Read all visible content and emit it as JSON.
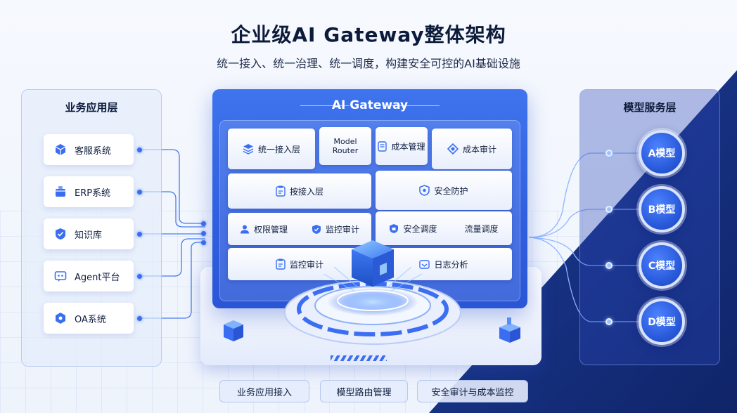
{
  "header": {
    "title": "企业级AI Gateway整体架构",
    "subtitle": "统一接入、统一治理、统一调度，构建安全可控的AI基础设施"
  },
  "business_layer": {
    "title": "业务应用层",
    "items": [
      {
        "label": "客服系统",
        "icon": "cube-icon"
      },
      {
        "label": "ERP系统",
        "icon": "box-icon"
      },
      {
        "label": "知识库",
        "icon": "shield-check-icon"
      },
      {
        "label": "Agent平台",
        "icon": "chat-bot-icon"
      },
      {
        "label": "OA系统",
        "icon": "hexagon-icon"
      }
    ]
  },
  "gateway": {
    "title": "AI Gateway",
    "cards": {
      "unified_access": "统一接入层",
      "model_router": "Model\nRouter",
      "model_router_line1": "Model",
      "model_router_line2": "Router",
      "cost_mgmt": "成本管理",
      "cost_audit": "成本审计",
      "access_layer": "按接入层",
      "security": "安全防护",
      "permission": "权限管理",
      "monitor_audit": "监控审计",
      "security_schedule": "安全调度",
      "traffic_schedule": "流量调度",
      "monitor_audit_2": "监控审计",
      "log_analysis": "日志分析"
    }
  },
  "model_layer": {
    "title": "模型服务层",
    "models": [
      "A模型",
      "B模型",
      "C模型",
      "D模型"
    ]
  },
  "footer_tags": [
    "业务应用接入",
    "模型路由管理",
    "安全审计与成本监控"
  ],
  "colors": {
    "primary_blue": "#2f5fe0",
    "dark_navy": "#15307e",
    "light_bg": "#f6f9fe"
  }
}
